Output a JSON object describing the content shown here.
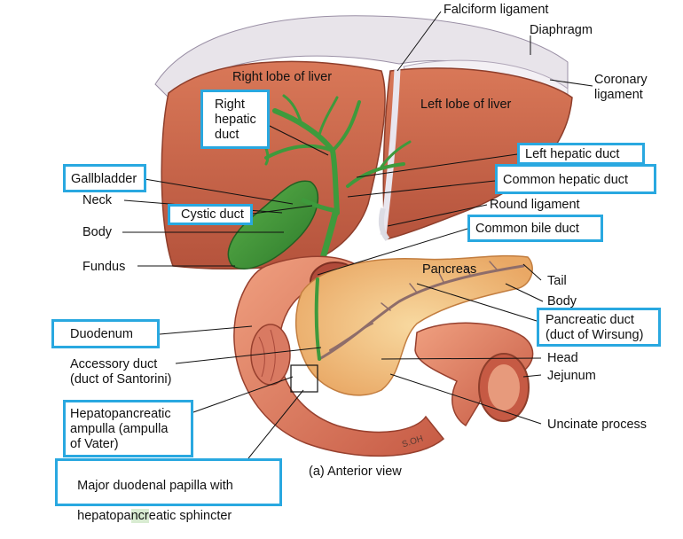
{
  "labels": {
    "falciform": "Falciform ligament",
    "diaphragm": "Diaphragm",
    "coronary": "Coronary\nligament",
    "right_lobe": "Right lobe of liver",
    "left_lobe": "Left lobe of liver",
    "right_hepatic": "Right\nhepatic\nduct",
    "left_hepatic": "Left hepatic duct",
    "common_hepatic": "Common hepatic duct",
    "gallbladder": "Gallbladder",
    "neck": "Neck",
    "cystic_duct": "Cystic duct",
    "round_ligament": "Round ligament",
    "common_bile": "Common bile duct",
    "body_gb": "Body",
    "fundus": "Fundus",
    "pancreas": "Pancreas",
    "tail": "Tail",
    "body_pan": "Body",
    "pancreatic_duct": "Pancreatic duct\n(duct of Wirsung)",
    "duodenum": "Duodenum",
    "accessory": "Accessory duct\n(duct of Santorini)",
    "head": "Head",
    "jejunum": "Jejunum",
    "hepatopancreatic": "Hepatopancreatic\nampulla (ampulla\nof Vater)",
    "uncinate": "Uncinate process",
    "signature": "S.OH",
    "major_papilla_a": "Major duodenal papilla with",
    "major_papilla_b1": "hepatopa",
    "major_papilla_b2": "ncr",
    "major_papilla_b3": "eatic sphincter",
    "caption": "(a) Anterior view"
  },
  "colors": {
    "highlight_box": "#29a8e0",
    "liver": "#c9664a",
    "duct": "#3e9a3c",
    "pancreas": "#f2c27a",
    "duodenum": "#e9866a",
    "diaphragm": "#e7e3ea"
  }
}
